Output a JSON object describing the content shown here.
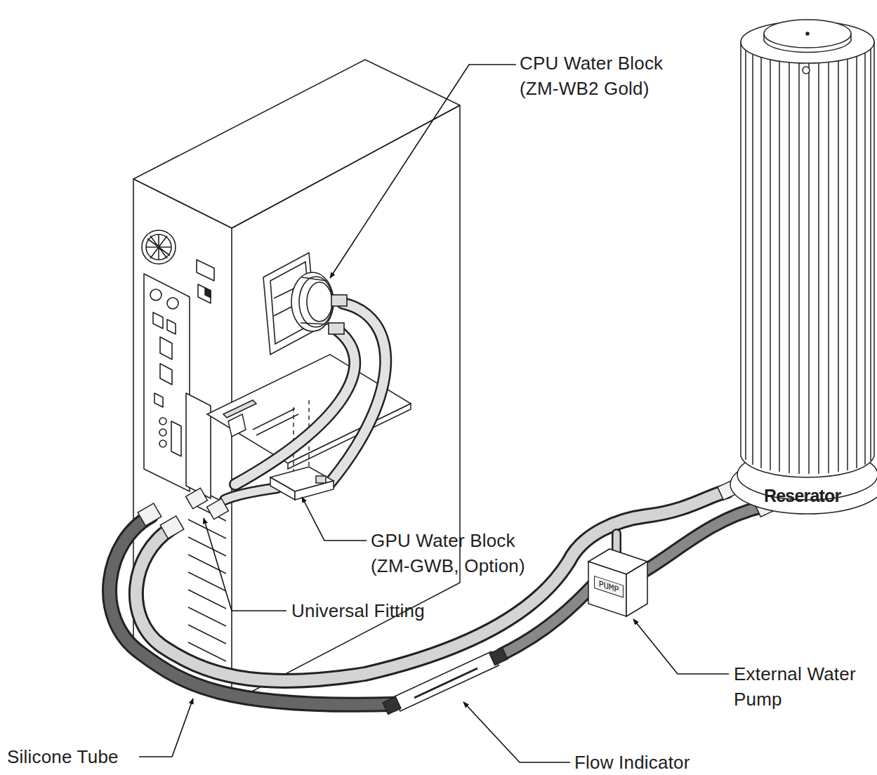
{
  "diagram": {
    "nodes": [
      {
        "text": [
          "PUMP"
        ]
      }
    ],
    "labels": [
      "CPU Water Block (ZM-WB2 Gold)",
      "GPU Water Block (ZM-GWB, Option)",
      "Universal Fitting",
      "Reserator",
      "External Water Pump",
      "Silicone Tube",
      "Flow Indicator"
    ]
  }
}
